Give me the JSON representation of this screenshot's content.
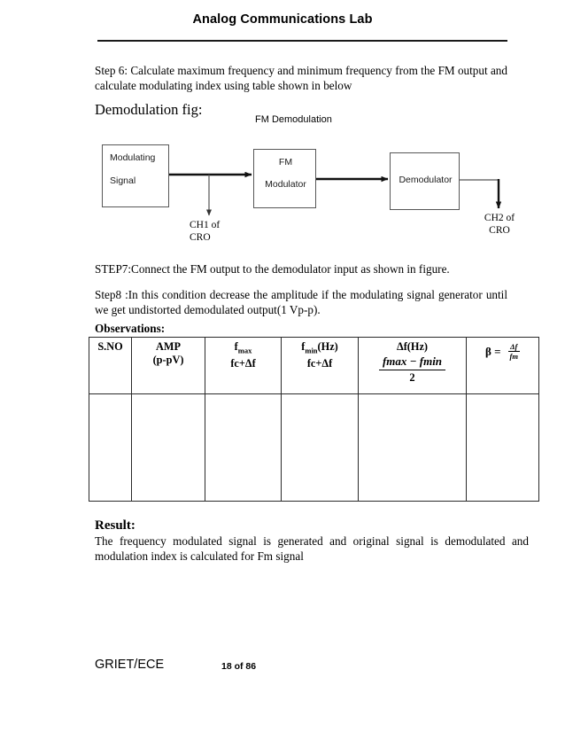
{
  "header": {
    "title": "Analog Communications Lab"
  },
  "steps": {
    "step6": "Step 6: Calculate maximum frequency and minimum frequency from the FM output and calculate modulating index using table  shown in below",
    "step7": "STEP7:Connect the FM output to the demodulator input as shown in figure.",
    "step8": "Step8  :In this condition decrease the amplitude if the modulating signal generator until we get undistorted  demodulated output(1 Vp-p)."
  },
  "figure": {
    "heading": "Demodulation fig:",
    "caption": "FM Demodulation",
    "blocks": {
      "modulating": {
        "line1": "Modulating",
        "line2": "Signal"
      },
      "fm_modulator": {
        "line1": "FM",
        "line2": "Modulator"
      },
      "demodulator": {
        "line1": "Demodulator"
      }
    },
    "probes": {
      "ch1": "CH1 of\nCRO",
      "ch1_line1": "CH1 of",
      "ch1_line2": "CRO",
      "ch2_line1": "CH2 of",
      "ch2_line2": "CRO"
    }
  },
  "observations": {
    "label": "Observations:",
    "columns": [
      {
        "id": "sno",
        "line1": "S.NO",
        "line2": ""
      },
      {
        "id": "amp",
        "line1": "AMP",
        "line2": "(p-pV)"
      },
      {
        "id": "fmax",
        "line1": "f",
        "sub1": "max",
        "line2": "fc+Δf"
      },
      {
        "id": "fmin",
        "line1": "f",
        "sub1": "min",
        "line1_tail": "(Hz)",
        "line2": "fc+Δf"
      },
      {
        "id": "deltaf",
        "line1": "Δf(Hz)",
        "numerator": "fmax −  fmin",
        "denominator": "2"
      },
      {
        "id": "beta",
        "symbol": "β =",
        "numerator": "Δf",
        "denominator": "fm"
      }
    ],
    "rows": [
      {
        "sno": "",
        "amp": "",
        "fmax": "",
        "fmin": "",
        "deltaf": "",
        "beta": ""
      }
    ]
  },
  "result": {
    "label": "Result:",
    "text": "The frequency modulated signal is generated and original signal is demodulated and modulation index is calculated for Fm signal"
  },
  "footer": {
    "organization": "GRIET/ECE",
    "page": "18 of 86"
  },
  "colors": {
    "text": "#000000",
    "rule": "#1a1a1a",
    "box_border": "#575757",
    "table_border": "#2a2a2a"
  }
}
